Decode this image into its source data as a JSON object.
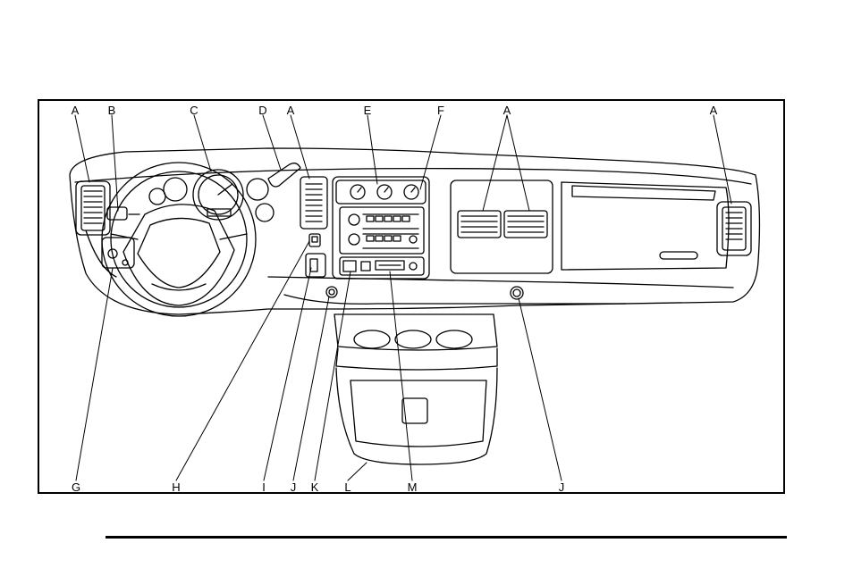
{
  "diagram": {
    "title": "",
    "top_labels": [
      "A",
      "B",
      "C",
      "D",
      "A",
      "E",
      "F",
      "A",
      "A"
    ],
    "bottom_labels": [
      "G",
      "H",
      "I",
      "J",
      "K",
      "L",
      "M",
      "J"
    ]
  },
  "colors": {
    "line": "#000000",
    "background": "#ffffff"
  }
}
